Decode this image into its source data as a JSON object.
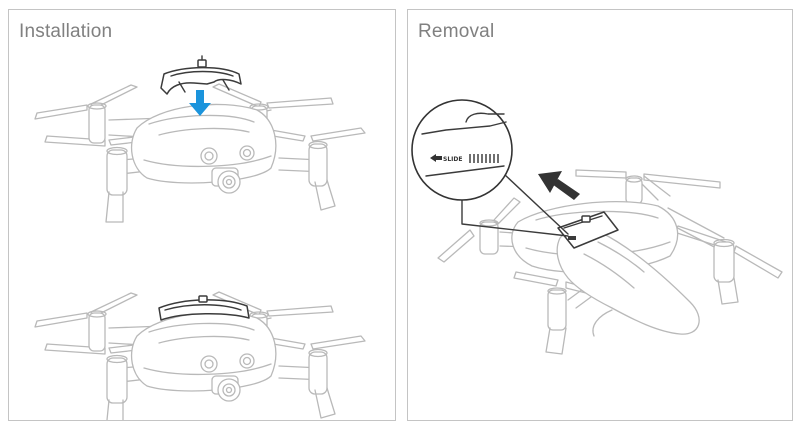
{
  "panels": {
    "installation": {
      "title": "Installation"
    },
    "removal": {
      "title": "Removal",
      "callout_label": "SLIDE"
    }
  },
  "colors": {
    "arrow_installation": "#1b94dc",
    "arrow_removal": "#333333",
    "panel_border": "#c4c4c4",
    "title_text": "#808080"
  }
}
